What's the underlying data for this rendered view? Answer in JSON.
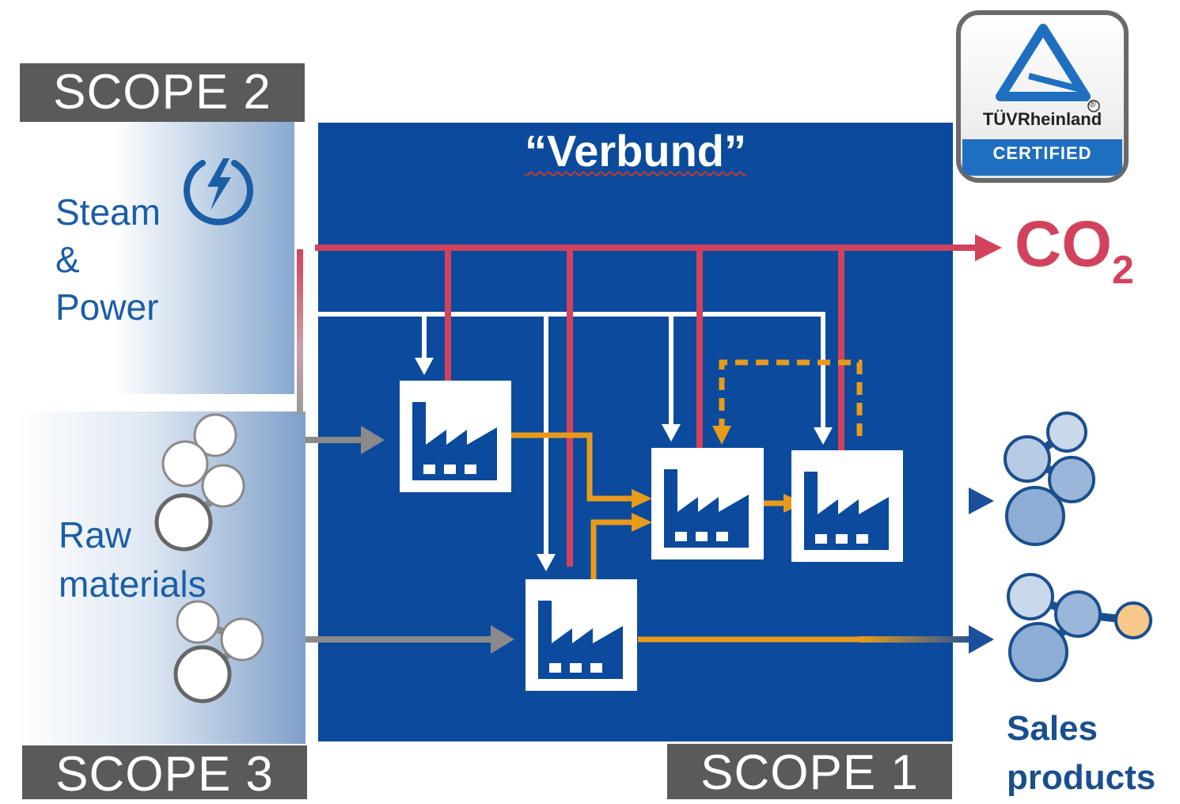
{
  "scope_2": "SCOPE 2",
  "scope_3": "SCOPE 3",
  "scope_1": "SCOPE 1",
  "verbund_title": "“Verbund”",
  "steam_line1": "Steam",
  "steam_line2": "&",
  "steam_line3": "Power",
  "raw_line1": "Raw",
  "raw_line2": "materials",
  "co2_main": "CO",
  "co2_sub": "2",
  "sales_line1": "Sales",
  "sales_line2": "products",
  "tuv_brand": "TÜVRheinland",
  "tuv_registered": "®",
  "tuv_certified": "CERTIFIED",
  "icons": [
    "power-icon",
    "factory-icon",
    "molecule-icon",
    "tuv-triangle-icon"
  ],
  "colors": {
    "verbund_blue": "#0b4a9c",
    "co2_red": "#d2425c",
    "flow_orange": "#e89b1a",
    "scope_gray": "#5a5a5a",
    "text_blue": "#1a5ea6",
    "arrow_gray": "#8a8a8a"
  }
}
